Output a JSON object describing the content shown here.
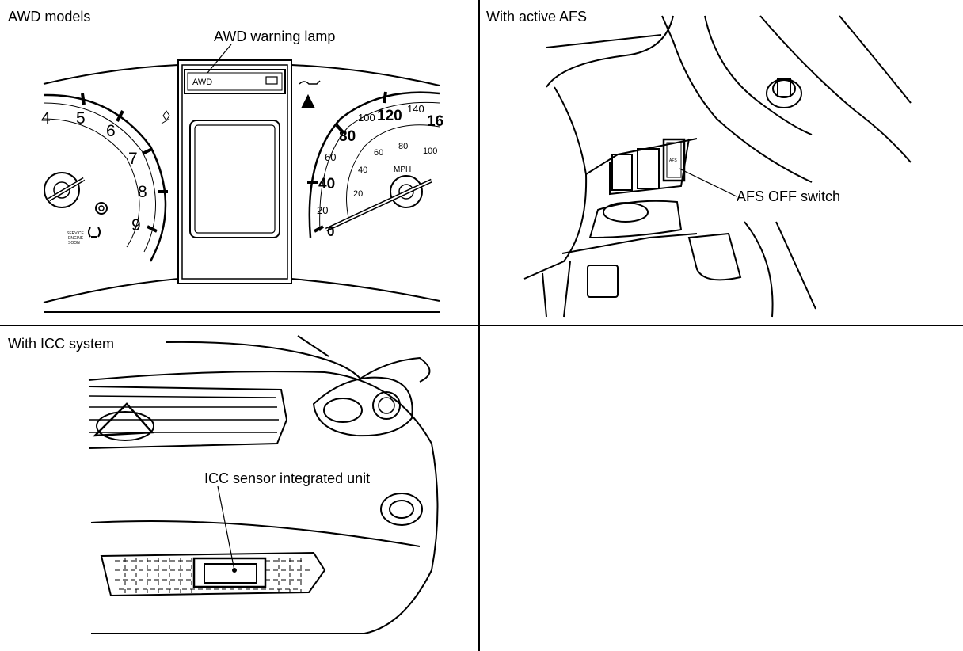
{
  "panels": {
    "awd": {
      "title": "AWD models",
      "callout": "AWD warning lamp",
      "lamp_text": "AWD",
      "tach_numbers": [
        "4",
        "5",
        "6",
        "7",
        "8",
        "9"
      ],
      "speed_major": [
        "0",
        "20",
        "40",
        "60",
        "80",
        "100",
        "120",
        "140",
        "16"
      ],
      "speed_minor": [
        "20",
        "40",
        "60",
        "80",
        "100"
      ],
      "speed_unit": "MPH"
    },
    "afs": {
      "title": "With active AFS",
      "callout": "AFS OFF switch",
      "switch_text": "AFS"
    },
    "icc": {
      "title": "With ICC system",
      "callout": "ICC sensor integrated unit"
    }
  }
}
